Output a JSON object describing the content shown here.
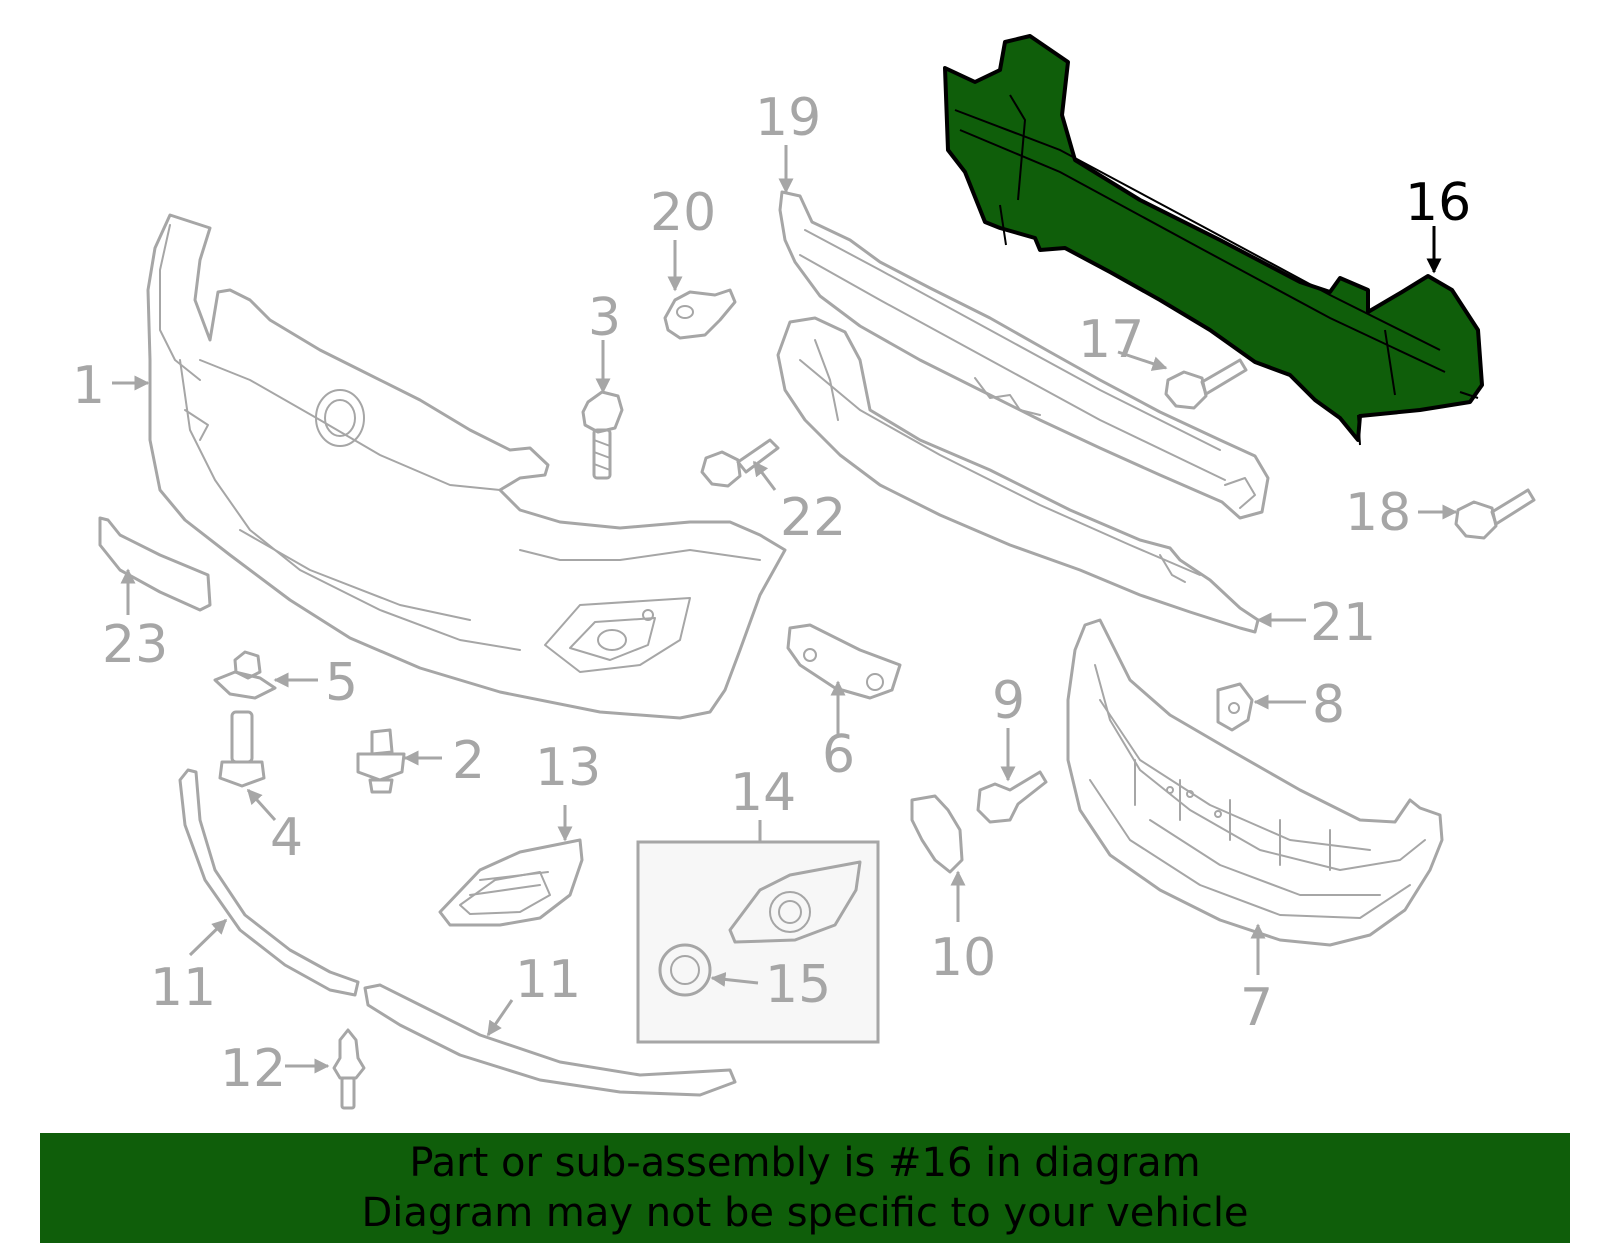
{
  "callouts": {
    "c1": "1",
    "c2": "2",
    "c3": "3",
    "c4": "4",
    "c5": "5",
    "c6": "6",
    "c7": "7",
    "c8": "8",
    "c9": "9",
    "c10": "10",
    "c11a": "11",
    "c11b": "11",
    "c12": "12",
    "c13": "13",
    "c14": "14",
    "c15": "15",
    "c16": "16",
    "c17": "17",
    "c18": "18",
    "c19": "19",
    "c20": "20",
    "c21": "21",
    "c22": "22",
    "c23": "23"
  },
  "highlight": {
    "part_number": "16",
    "color": "#0f5e0a"
  },
  "colors": {
    "line": "#a6a6a6",
    "banner": "#0f5e0a",
    "highlight_outline": "#000000"
  },
  "banner": {
    "line1": "Part or sub-assembly is #16 in diagram",
    "line2": "Diagram may not be specific to your vehicle"
  }
}
